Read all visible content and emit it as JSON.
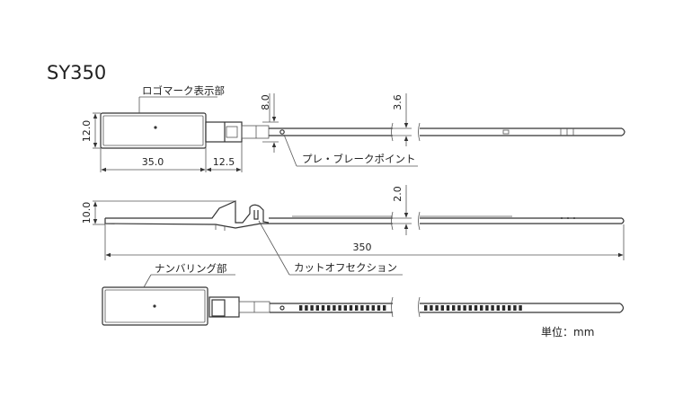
{
  "title": "SY350",
  "labels": {
    "logo_mark": "ロゴマーク表示部",
    "pre_break_point": "プレ・ブレークポイント",
    "cut_off_section": "カットオフセクション",
    "numbering": "ナンバリング部",
    "unit": "単位：mm"
  },
  "dimensions": {
    "d_12_0": "12.0",
    "d_8_0": "8.0",
    "d_3_6": "3.6",
    "d_35_0": "35.0",
    "d_12_5": "12.5",
    "d_10_0": "10.0",
    "d_2_0": "2.0",
    "d_350": "350"
  }
}
